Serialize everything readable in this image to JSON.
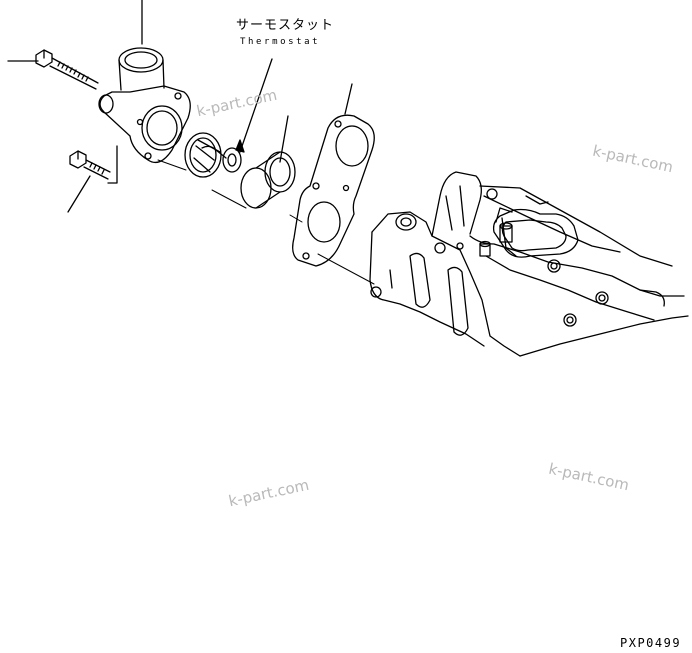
{
  "callout": {
    "part_name_jp": "サーモスタット",
    "part_name_en": "Thermostat"
  },
  "drawing_code": "PXP0499",
  "watermarks": [
    "k-part.com",
    "k-part.com",
    "k-part.com",
    "k-part.com"
  ],
  "colors": {
    "line": "#000000",
    "watermark": "#b9b9b9",
    "background": "#ffffff"
  }
}
